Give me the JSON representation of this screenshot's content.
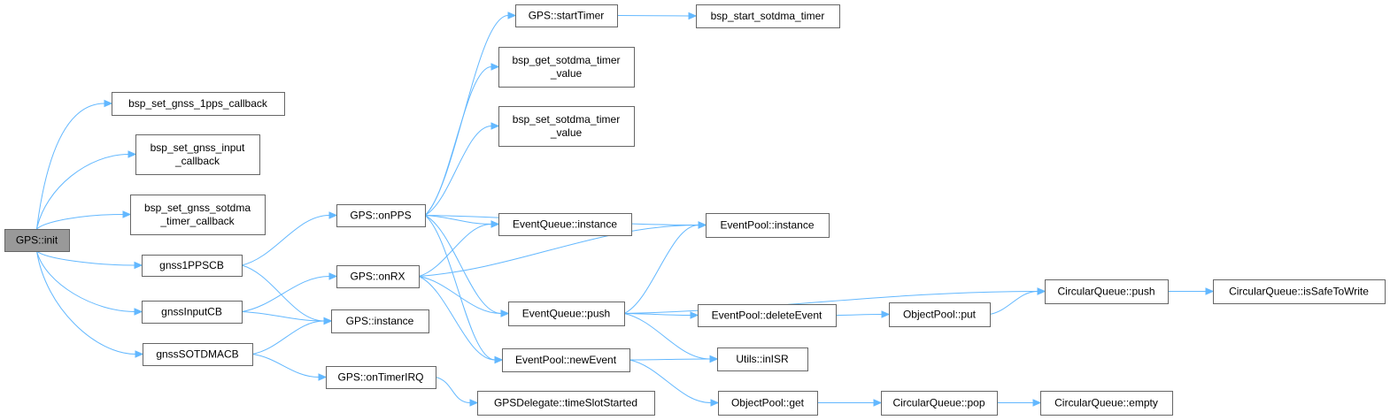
{
  "graph": {
    "edge_color": "#63b8ff",
    "node_border_color": "#666666",
    "root_fill_color": "#999999",
    "node_fill_color": "#ffffff",
    "nodes": [
      {
        "id": "init",
        "lines": [
          "GPS::init"
        ],
        "root": true
      },
      {
        "id": "bsp1pps",
        "lines": [
          "bsp_set_gnss_1pps_callback"
        ]
      },
      {
        "id": "bspinput",
        "lines": [
          "bsp_set_gnss_input",
          "_callback"
        ]
      },
      {
        "id": "bspsotdma",
        "lines": [
          "bsp_set_gnss_sotdma",
          "_timer_callback"
        ]
      },
      {
        "id": "gnss1pps",
        "lines": [
          "gnss1PPSCB"
        ]
      },
      {
        "id": "gnssinput",
        "lines": [
          "gnssInputCB"
        ]
      },
      {
        "id": "gnsssotdma",
        "lines": [
          "gnssSOTDMACB"
        ]
      },
      {
        "id": "onpps",
        "lines": [
          "GPS::onPPS"
        ]
      },
      {
        "id": "onrx",
        "lines": [
          "GPS::onRX"
        ]
      },
      {
        "id": "gpsinstance",
        "lines": [
          "GPS::instance"
        ]
      },
      {
        "id": "ontimer",
        "lines": [
          "GPS::onTimerIRQ"
        ]
      },
      {
        "id": "starttimer",
        "lines": [
          "GPS::startTimer"
        ]
      },
      {
        "id": "bspgettimer",
        "lines": [
          "bsp_get_sotdma_timer",
          "_value"
        ]
      },
      {
        "id": "bspsettimer",
        "lines": [
          "bsp_set_sotdma_timer",
          "_value"
        ]
      },
      {
        "id": "eqinstance",
        "lines": [
          "EventQueue::instance"
        ]
      },
      {
        "id": "eqpush",
        "lines": [
          "EventQueue::push"
        ]
      },
      {
        "id": "epnew",
        "lines": [
          "EventPool::newEvent"
        ]
      },
      {
        "id": "gpsdelegate",
        "lines": [
          "GPSDelegate::timeSlotStarted"
        ]
      },
      {
        "id": "bspstart",
        "lines": [
          "bsp_start_sotdma_timer"
        ]
      },
      {
        "id": "epinstance",
        "lines": [
          "EventPool::instance"
        ]
      },
      {
        "id": "epdelete",
        "lines": [
          "EventPool::deleteEvent"
        ]
      },
      {
        "id": "utils",
        "lines": [
          "Utils::inISR"
        ]
      },
      {
        "id": "opget",
        "lines": [
          "ObjectPool::get"
        ]
      },
      {
        "id": "opput",
        "lines": [
          "ObjectPool::put"
        ]
      },
      {
        "id": "cqpop",
        "lines": [
          "CircularQueue::pop"
        ]
      },
      {
        "id": "cqpush",
        "lines": [
          "CircularQueue::push"
        ]
      },
      {
        "id": "cqempty",
        "lines": [
          "CircularQueue::empty"
        ]
      },
      {
        "id": "cqsafe",
        "lines": [
          "CircularQueue::isSafeToWrite"
        ]
      }
    ],
    "edges": [
      [
        "init",
        "bsp1pps"
      ],
      [
        "init",
        "bspinput"
      ],
      [
        "init",
        "bspsotdma"
      ],
      [
        "init",
        "gnss1pps"
      ],
      [
        "init",
        "gnssinput"
      ],
      [
        "init",
        "gnsssotdma"
      ],
      [
        "gnss1pps",
        "onpps"
      ],
      [
        "gnss1pps",
        "gpsinstance"
      ],
      [
        "gnssinput",
        "onrx"
      ],
      [
        "gnssinput",
        "gpsinstance"
      ],
      [
        "gnsssotdma",
        "gpsinstance"
      ],
      [
        "gnsssotdma",
        "ontimer"
      ],
      [
        "onpps",
        "starttimer"
      ],
      [
        "onpps",
        "bspgettimer"
      ],
      [
        "onpps",
        "bspsettimer"
      ],
      [
        "onpps",
        "epinstance"
      ],
      [
        "onpps",
        "eqinstance"
      ],
      [
        "onpps",
        "eqpush"
      ],
      [
        "onpps",
        "epnew"
      ],
      [
        "onrx",
        "eqinstance"
      ],
      [
        "onrx",
        "epinstance"
      ],
      [
        "onrx",
        "eqpush"
      ],
      [
        "onrx",
        "epnew"
      ],
      [
        "ontimer",
        "gpsdelegate"
      ],
      [
        "starttimer",
        "bspstart"
      ],
      [
        "eqpush",
        "epinstance"
      ],
      [
        "eqpush",
        "cqpush"
      ],
      [
        "eqpush",
        "epdelete"
      ],
      [
        "eqpush",
        "utils"
      ],
      [
        "epnew",
        "utils"
      ],
      [
        "epnew",
        "opget"
      ],
      [
        "epdelete",
        "opput"
      ],
      [
        "opput",
        "cqpush"
      ],
      [
        "cqpush",
        "cqsafe"
      ],
      [
        "opget",
        "cqpop"
      ],
      [
        "cqpop",
        "cqempty"
      ]
    ]
  }
}
